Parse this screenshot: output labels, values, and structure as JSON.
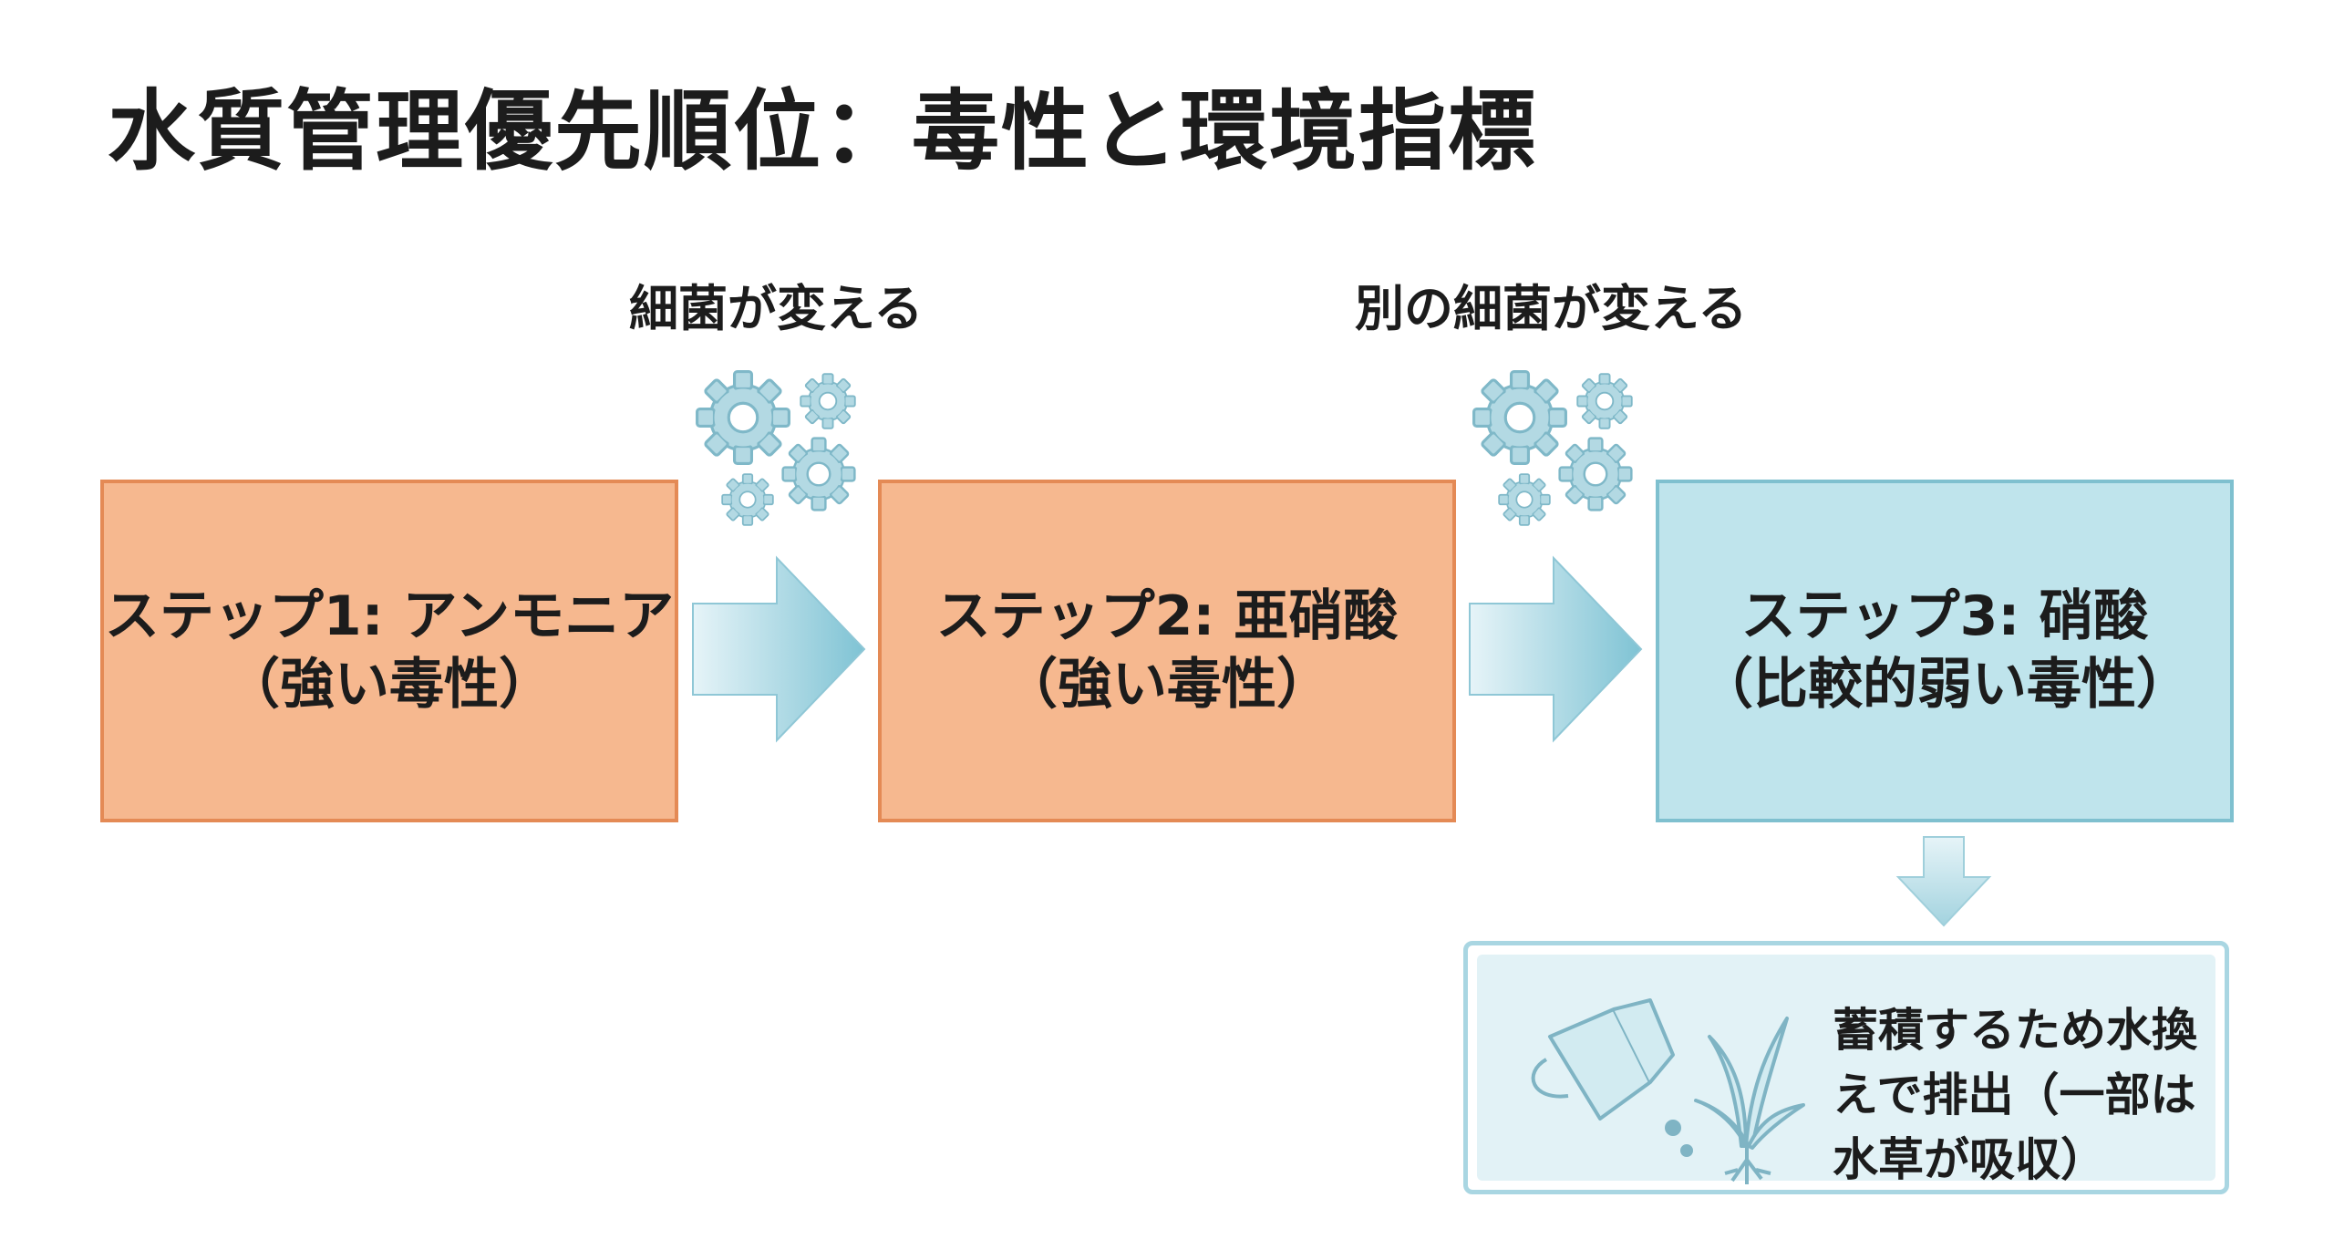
{
  "title": "水質管理優先順位：毒性と環境指標",
  "processes": [
    {
      "label": "細菌が変える",
      "icon": "gears-icon"
    },
    {
      "label": "別の細菌が変える",
      "icon": "gears-icon"
    }
  ],
  "steps": [
    {
      "line1": "ステップ1: アンモニア",
      "line2": "（強い毒性）",
      "color": "#f6b88f"
    },
    {
      "line1": "ステップ2: 亜硝酸",
      "line2": "（強い毒性）",
      "color": "#f6b88f"
    },
    {
      "line1": "ステップ3: 硝酸",
      "line2": "（比較的弱い毒性）",
      "color": "#bfe4ec"
    }
  ],
  "result": {
    "lines": [
      "蓄積するため水換",
      "えで排出（一部は",
      "水草が吸収）"
    ],
    "icons": [
      "watering-can-icon",
      "water-plant-icon"
    ]
  },
  "colors": {
    "toxic_fill": "#f6b88f",
    "toxic_border": "#e48a55",
    "safe_fill": "#bfe4ec",
    "safe_border": "#7fc0cf",
    "arrow": "#8fcad9",
    "gear": "#a9d4df"
  }
}
